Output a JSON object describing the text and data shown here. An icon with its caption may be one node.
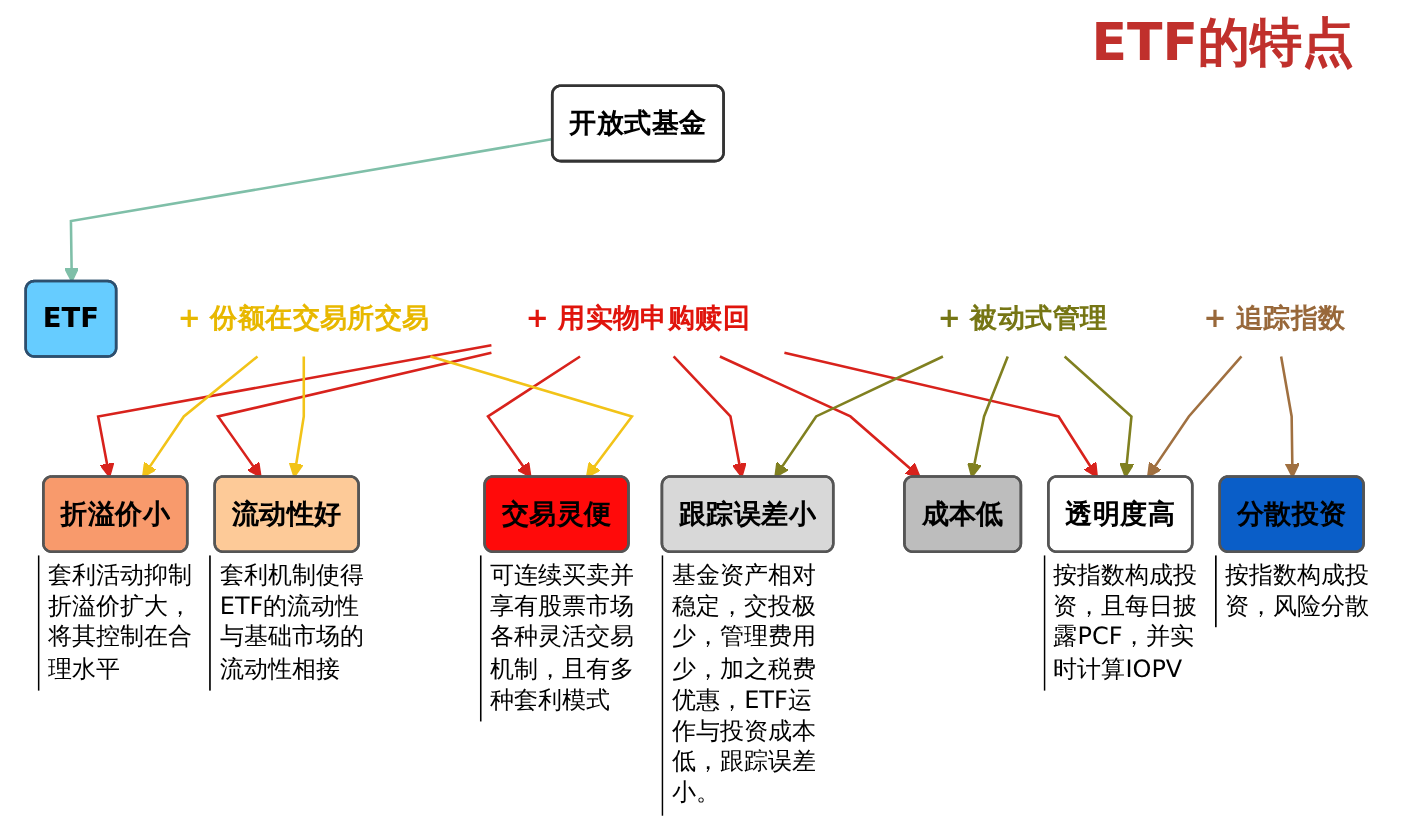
{
  "diagram": {
    "title": "ETF的特点",
    "nodes": [
      {
        "text": [
          "ETF"
        ]
      },
      {
        "text": [
          "+ 用实物申购赎回"
        ]
      },
      {
        "text": [
          "+ 份额在交易所交易"
        ]
      },
      {
        "text": [
          "+ 被动式管理"
        ]
      },
      {
        "text": [
          "+ 追踪指数"
        ]
      },
      {
        "text": [
          "开放式基金"
        ]
      },
      {
        "text": [
          "折溢价小"
        ],
        "beside": [
          "套利活动抑制折溢价扩大，将其控制在合理水平"
        ]
      },
      {
        "text": [
          "流动性好"
        ],
        "beside": [
          "套利机制使得ETF的流动性与基础市场的流动性相接"
        ]
      },
      {
        "text": [
          "交易灵便"
        ],
        "beside": [
          "可连续买卖并享有股票市场各种灵活交易机制，且有多种套利模式"
        ]
      },
      {
        "text": [
          "跟踪误差小"
        ],
        "beside": [
          "基金资产相对稳定，交投极少，管理费用少，加之税费优惠，ETF运作与投资成本低，跟踪误差小。"
        ]
      },
      {
        "text": [
          "成本低"
        ]
      },
      {
        "text": [
          "透明度高"
        ],
        "beside": [
          "按指数构成投资，且每日披露PCF，并实时计算IOPV"
        ]
      },
      {
        "text": [
          "分散投资"
        ],
        "beside": [
          "按指数构成投资，风险分散"
        ]
      }
    ],
    "edges": [
      {
        "from": 5,
        "to": 0,
        "arrow": "to",
        "color": "#7fbfa8"
      },
      {
        "from": 1,
        "to": 6,
        "arrow": "to"
      },
      {
        "from": 1,
        "to": 7,
        "arrow": "to"
      },
      {
        "from": 1,
        "to": 8,
        "arrow": "to"
      },
      {
        "from": 1,
        "to": 9,
        "arrow": "to"
      },
      {
        "from": 1,
        "to": 10,
        "arrow": "to"
      },
      {
        "from": 1,
        "to": 11,
        "arrow": "to"
      },
      {
        "from": 2,
        "to": 6,
        "arrow": "to",
        "color": "#f2c318"
      },
      {
        "from": 2,
        "to": 7,
        "arrow": "to",
        "color": "#f2c318"
      },
      {
        "from": 2,
        "to": 8,
        "arrow": "to",
        "color": "#f2c318"
      },
      {
        "from": 3,
        "to": 9,
        "arrow": "to",
        "color": "#808020"
      },
      {
        "from": 3,
        "to": 10,
        "arrow": "to",
        "color": "#808020"
      },
      {
        "from": 3,
        "to": 11,
        "arrow": "to",
        "color": "#808020"
      },
      {
        "from": 4,
        "to": 11,
        "arrow": "to",
        "color": "#a07040"
      },
      {
        "from": 4,
        "to": 12,
        "arrow": "to",
        "color": "#a07040"
      }
    ]
  }
}
